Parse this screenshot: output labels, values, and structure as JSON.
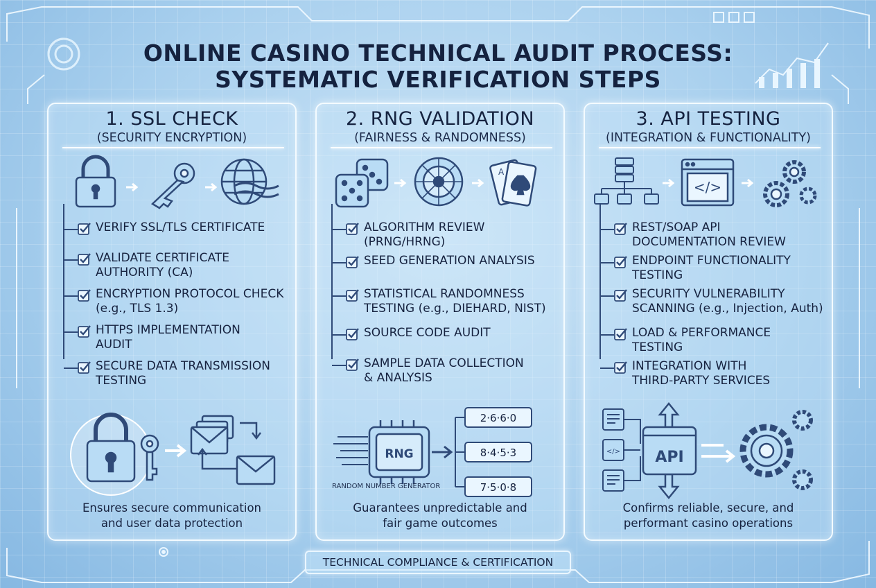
{
  "title_line1": "ONLINE CASINO TECHNICAL AUDIT PROCESS:",
  "title_line2": "SYSTEMATIC VERIFICATION STEPS",
  "panels": [
    {
      "title": "1. SSL CHECK",
      "subtitle": "(SECURITY ENCRYPTION)",
      "items": [
        [
          "VERIFY SSL/TLS CERTIFICATE"
        ],
        [
          "VALIDATE CERTIFICATE",
          "AUTHORITY (CA)"
        ],
        [
          "ENCRYPTION PROTOCOL CHECK",
          "(e.g., TLS 1.3)"
        ],
        [
          "HTTPS IMPLEMENTATION",
          "AUDIT"
        ],
        [
          "SECURE DATA TRANSMISSION",
          "TESTING"
        ]
      ],
      "caption_line1": "Ensures secure communication",
      "caption_line2": "and user data protection"
    },
    {
      "title": "2. RNG VALIDATION",
      "subtitle": "(FAIRNESS & RANDOMNESS)",
      "items": [
        [
          "ALGORITHM REVIEW",
          "(PRNG/HRNG)"
        ],
        [
          "SEED GENERATION ANALYSIS"
        ],
        [
          "STATISTICAL RANDOMNESS",
          "TESTING (e.g., DIEHARD, NIST)"
        ],
        [
          "SOURCE CODE AUDIT"
        ],
        [
          "SAMPLE DATA COLLECTION",
          "& ANALYSIS"
        ]
      ],
      "rng_chip": "RNG",
      "rng_label": "RANDOM NUMBER GENERATOR",
      "rng_outputs": [
        "2·6·6·0",
        "8·4·5·3",
        "7·5·0·8"
      ],
      "card_letter": "A",
      "caption_line1": "Guarantees unpredictable and",
      "caption_line2": "fair game outcomes"
    },
    {
      "title": "3. API TESTING",
      "subtitle": "(INTEGRATION & FUNCTIONALITY)",
      "items": [
        [
          "REST/SOAP API",
          "DOCUMENTATION REVIEW"
        ],
        [
          "ENDPOINT FUNCTIONALITY",
          "TESTING"
        ],
        [
          "SECURITY VULNERABILITY",
          "SCANNING (e.g., Injection, Auth)"
        ],
        [
          "LOAD & PERFORMANCE",
          "TESTING"
        ],
        [
          "INTEGRATION WITH",
          "THIRD-PARTY SERVICES"
        ]
      ],
      "api_label": "API",
      "code_glyph": "</>",
      "caption_line1": "Confirms reliable, secure, and",
      "caption_line2": "performant casino operations"
    }
  ],
  "footer": "TECHNICAL COMPLIANCE & CERTIFICATION",
  "colors": {
    "line": "#2f4a78",
    "glow": "#ffffff",
    "icon_fill": "#b9dcf5",
    "accent": "#3b82c4"
  }
}
